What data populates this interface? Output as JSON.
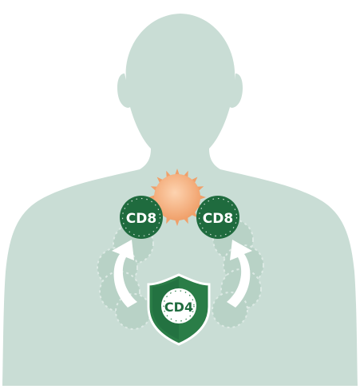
{
  "diagram": {
    "labels": {
      "cd8_left": "CD8",
      "cd8_right": "CD8",
      "cd4": "CD4"
    },
    "colors": {
      "silhouette": "#c9ddd5",
      "cd8_cell": "#1f6b3e",
      "cd8_ghost": "#b3cfc2",
      "shield": "#2a7d47",
      "shield_rim": "#ffffff",
      "cd4_cell": "#ffffff",
      "tumor": "#f6b27c",
      "arrow": "#ffffff"
    },
    "icons": [
      "silhouette",
      "tumor-cell",
      "cd8-cell",
      "cd4-shield",
      "curved-arrow"
    ]
  }
}
